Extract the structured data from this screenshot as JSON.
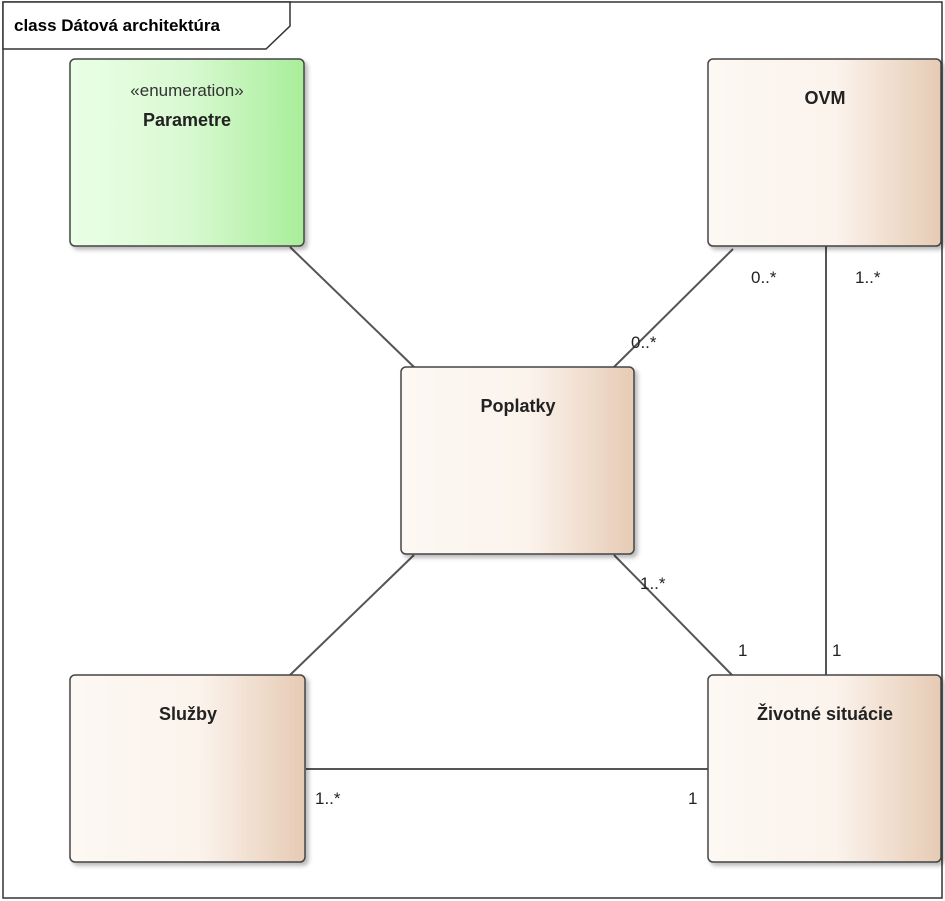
{
  "frame": {
    "title": "class Dátová architektúra"
  },
  "classes": {
    "parametre": {
      "stereotype": "«enumeration»",
      "name": "Parametre"
    },
    "ovm": {
      "name": "OVM"
    },
    "poplatky": {
      "name": "Poplatky"
    },
    "sluzby": {
      "name": "Služby"
    },
    "zivotne": {
      "name": "Životné situácie"
    }
  },
  "associations": {
    "poplatky_ovm": {
      "near_poplatky": "0..*",
      "near_ovm": "0..*"
    },
    "ovm_zivotne": {
      "near_ovm": "1..*",
      "near_zivotne": "1"
    },
    "poplatky_zivotne": {
      "near_poplatky": "1..*",
      "near_zivotne": "1"
    },
    "sluzby_zivotne": {
      "near_sluzby": "1..*",
      "near_zivotne": "1"
    }
  },
  "colors": {
    "enumeration_fill_start": "#eaffe6",
    "enumeration_fill_end": "#a8ee9a",
    "class_fill_start": "#fdf8f3",
    "class_fill_end": "#e6cbb4"
  }
}
